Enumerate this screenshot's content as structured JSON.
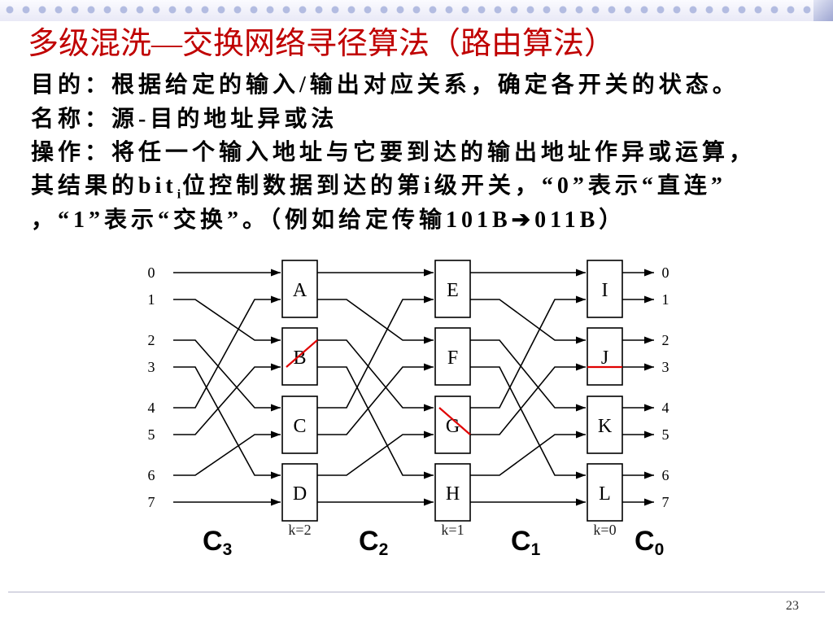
{
  "slide": {
    "title": "多级混洗—交换网络寻径算法（路由算法）",
    "body": {
      "purpose": "目的：根据给定的输入/输出对应关系，确定各开关的状态。",
      "name": "名称：源-目的地址异或法",
      "operation_1": "操作：将任一个输入地址与它要到达的输出地址作异或运算，",
      "operation_2_before": "其结果的bit",
      "operation_2_sub": "i",
      "operation_2_after": "位控制数据到达的第i级开关，“0”表示“直连”",
      "operation_3": "，“1”表示“交换”。（例如给定传输101B➔011B）"
    },
    "page_number": "23"
  },
  "colors": {
    "title": "#c00000",
    "text": "#000000",
    "route": "#e00000",
    "dots": "#b3bce1"
  },
  "diagram": {
    "inputs": [
      "0",
      "1",
      "2",
      "3",
      "4",
      "5",
      "6",
      "7"
    ],
    "outputs": [
      "0",
      "1",
      "2",
      "3",
      "4",
      "5",
      "6",
      "7"
    ],
    "shuffle_links": [
      0,
      2,
      4,
      6,
      1,
      3,
      5,
      7
    ],
    "stages": [
      {
        "label": "k=2",
        "switches": [
          {
            "name": "A"
          },
          {
            "name": "B",
            "route": {
              "in": 1,
              "out": 0
            }
          },
          {
            "name": "C"
          },
          {
            "name": "D"
          }
        ]
      },
      {
        "label": "k=1",
        "switches": [
          {
            "name": "E"
          },
          {
            "name": "F"
          },
          {
            "name": "G",
            "route": {
              "in": 0,
              "out": 1
            }
          },
          {
            "name": "H"
          }
        ]
      },
      {
        "label": "k=0",
        "switches": [
          {
            "name": "I"
          },
          {
            "name": "J",
            "route": {
              "in": 1,
              "out": 1
            }
          },
          {
            "name": "K"
          },
          {
            "name": "L"
          }
        ]
      }
    ],
    "control_bits": [
      {
        "base": "C",
        "sub": "3"
      },
      {
        "base": "C",
        "sub": "2"
      },
      {
        "base": "C",
        "sub": "1"
      },
      {
        "base": "C",
        "sub": "0"
      }
    ]
  }
}
